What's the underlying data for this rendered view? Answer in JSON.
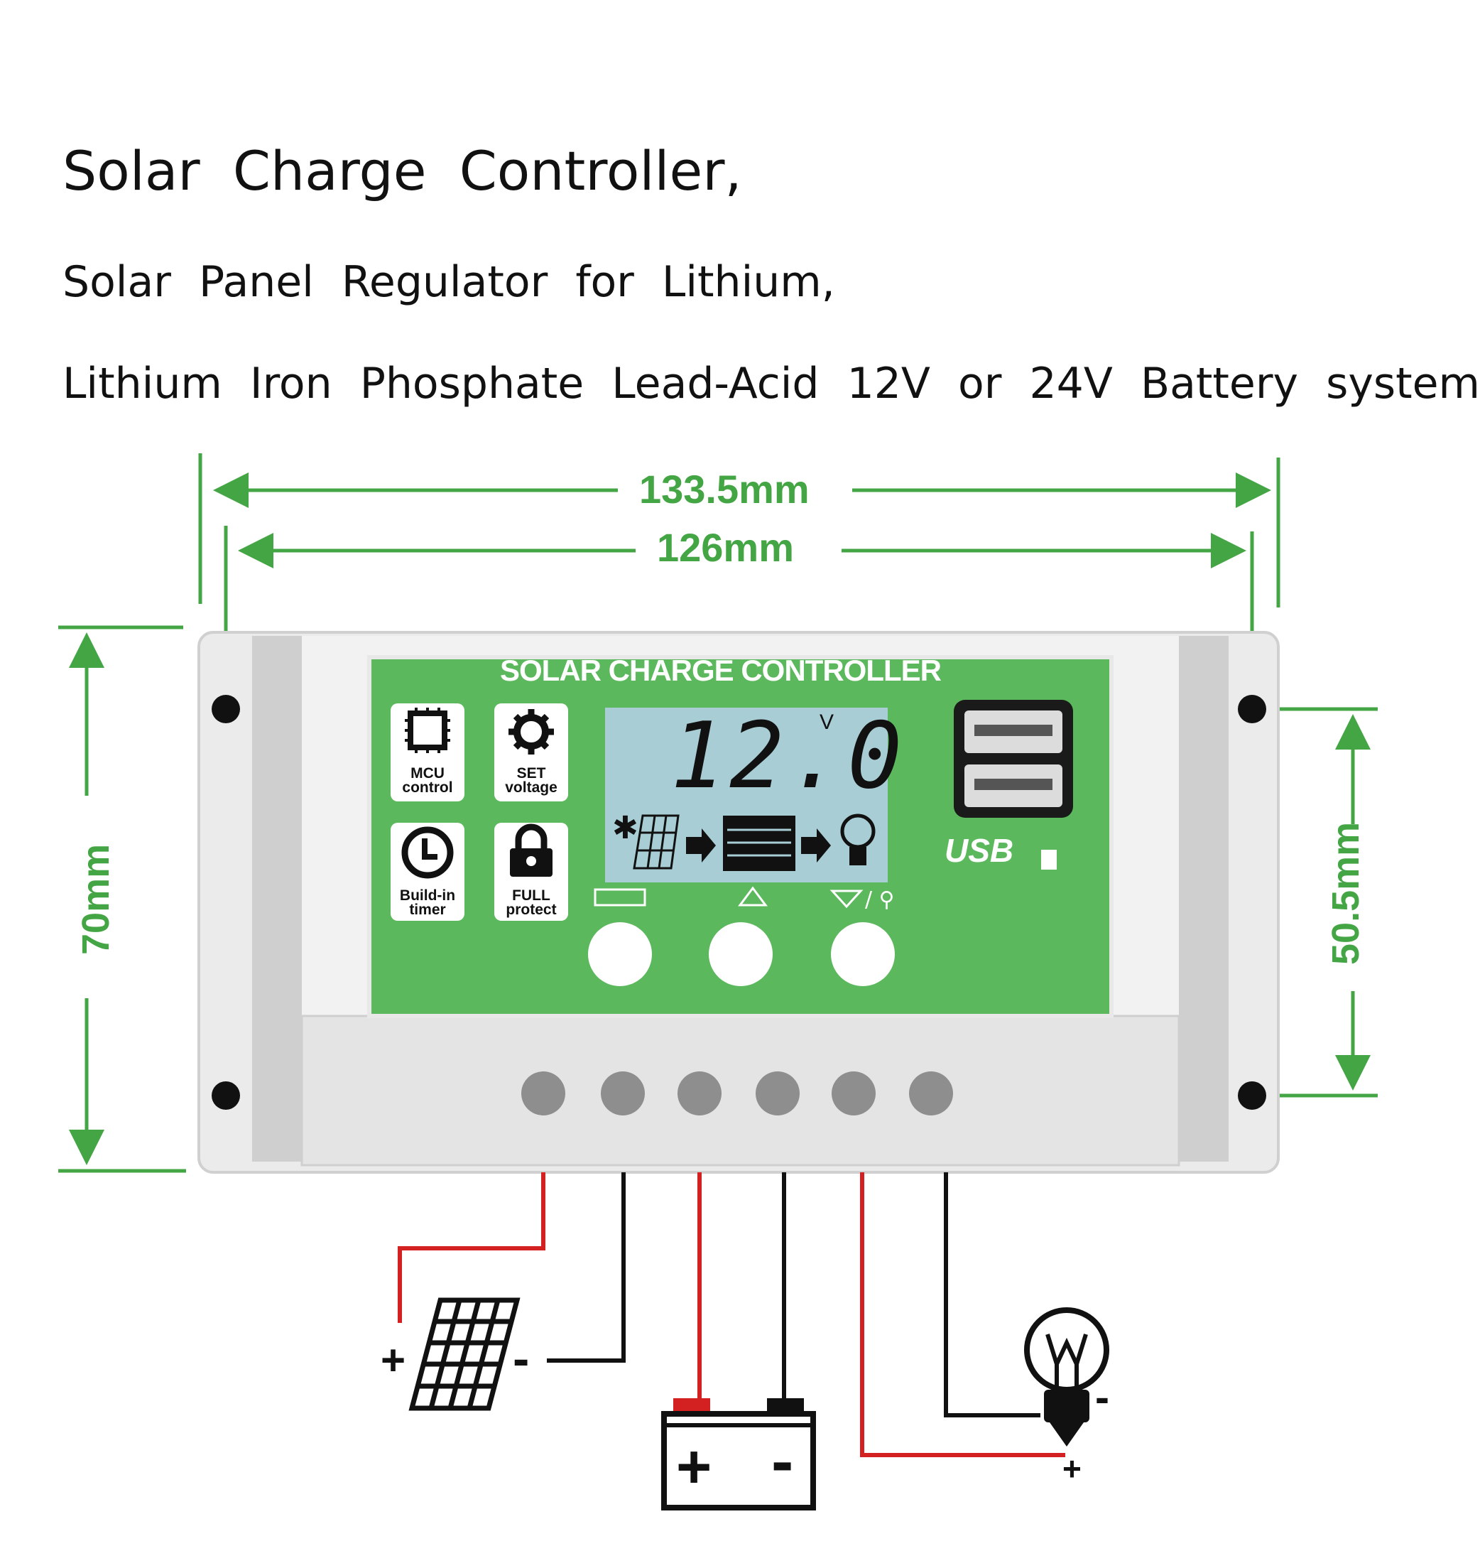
{
  "heading": {
    "line1": "Solar Charge Controller,",
    "line2": "Solar Panel Regulator for Lithium,",
    "line3": "Lithium Iron Phosphate Lead-Acid  12V or 24V Battery system"
  },
  "dimensions": {
    "outer_width": "133.5mm",
    "hole_spacing_width": "126mm",
    "height": "70mm",
    "hole_spacing_height": "50.5mm"
  },
  "device": {
    "title": "SOLAR CHARGE CONTROLLER",
    "lcd_value": "12.0",
    "lcd_unit": "V",
    "usb_label": "USB",
    "features": [
      {
        "line1": "MCU",
        "line2": "control",
        "icon": "chip-icon"
      },
      {
        "line1": "SET",
        "line2": "voltage",
        "icon": "gear-icon"
      },
      {
        "line1": "Build-in",
        "line2": "timer",
        "icon": "clock-icon"
      },
      {
        "line1": "FULL",
        "line2": "protect",
        "icon": "lock-icon"
      }
    ],
    "buttons": [
      "menu-button",
      "plus-button",
      "minus-load-button"
    ],
    "terminals": 6
  },
  "wiring": {
    "panel_plus": "+",
    "panel_minus": "-",
    "battery_plus": "+",
    "battery_minus": "-",
    "load_plus": "+",
    "load_minus": "-"
  },
  "colors": {
    "accent_green": "#5cb85c",
    "dimension_green": "#44a544",
    "lcd": "#a8cdd4",
    "positive_wire": "#d32020",
    "negative_wire": "#111111"
  }
}
